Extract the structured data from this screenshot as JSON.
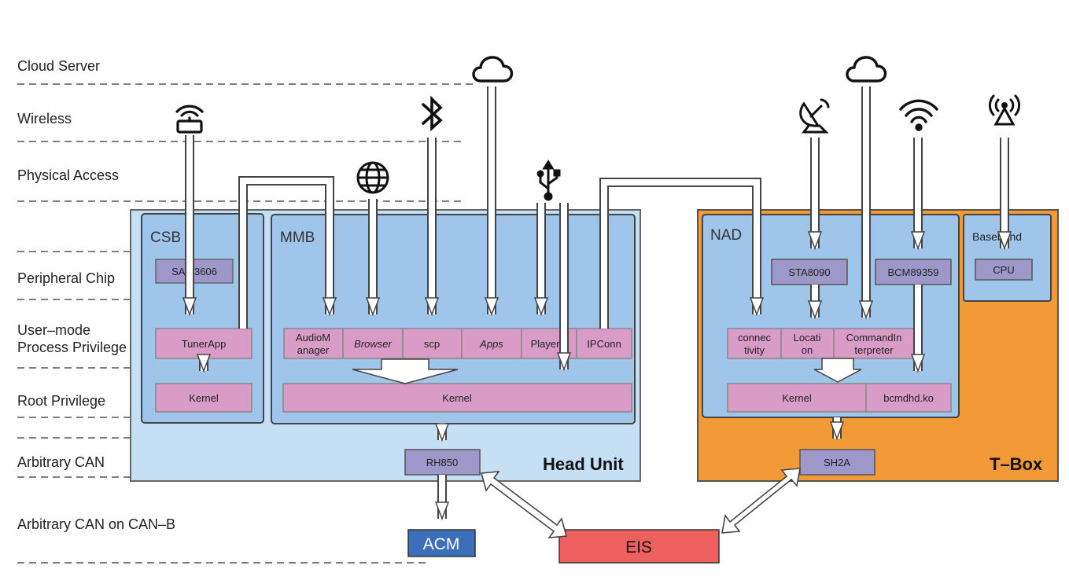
{
  "levels": {
    "cloud_server": "Cloud Server",
    "wireless": "Wireless",
    "physical_access": "Physical Access",
    "peripheral_chip": "Peripheral Chip",
    "user_mode_1": "User–mode",
    "user_mode_2": "Process Privilege",
    "root_privilege": "Root Privilege",
    "arbitrary_can": "Arbitrary CAN",
    "arbitrary_can_b": "Arbitrary CAN on CAN–B"
  },
  "head_unit": {
    "title": "Head Unit",
    "csb": {
      "title": "CSB",
      "chip": "SAF 3606",
      "app": "TunerApp",
      "kernel": "Kernel"
    },
    "mmb": {
      "title": "MMB",
      "procs": {
        "audio_1": "AudioM",
        "audio_2": "anager",
        "browser": "Browser",
        "scp": "scp",
        "apps": "Apps",
        "player": "Player",
        "ipconn": "IPConn"
      },
      "kernel": "Kernel"
    },
    "rh850": "RH850"
  },
  "tbox": {
    "title": "T–Box",
    "nad": {
      "title": "NAD",
      "sta": "STA8090",
      "bcm": "BCM89359",
      "conn_1": "connec",
      "conn_2": "tivity",
      "loc_1": "Locati",
      "loc_2": "on",
      "cmd_1": "CommandIn",
      "cmd_2": "terpreter",
      "kernel": "Kernel",
      "bcmdhd": "bcmdhd.ko"
    },
    "baseband": {
      "title": "Baseband",
      "cpu": "CPU"
    },
    "sh2a": "SH2A"
  },
  "bus": {
    "acm": "ACM",
    "eis": "EIS"
  },
  "icons": [
    "router-icon",
    "cloud-icon",
    "bluetooth-icon",
    "globe-icon",
    "usb-icon",
    "satellite-dish-icon",
    "wifi-icon",
    "cell-tower-icon"
  ],
  "colors": {
    "head_unit_bg": "#c5dff4",
    "board_bg": "#9fc5ea",
    "tbox_bg": "#f29a38",
    "process_box": "#d89cc6",
    "chip_box": "#9e97c9",
    "acm": "#3c6fba",
    "eis": "#ee6060"
  }
}
